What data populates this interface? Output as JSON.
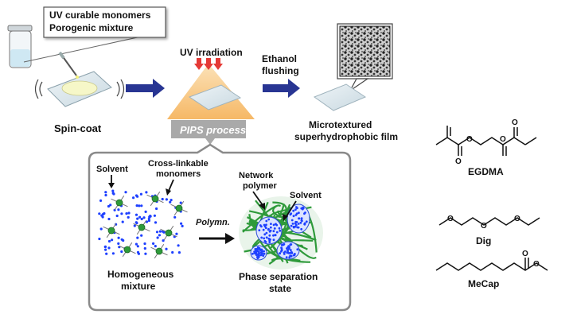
{
  "callout": {
    "line1": "UV curable monomers",
    "line2": "Porogenic mixture"
  },
  "steps": {
    "spin_coat": "Spin-coat",
    "uv": "UV irradiation",
    "pips": "PIPS process",
    "ethanol1": "Ethanol",
    "ethanol2": "flushing",
    "film1": "Microtextured",
    "film2": "superhydrophobic film"
  },
  "inset": {
    "solvent": "Solvent",
    "crosslink1": "Cross-linkable",
    "crosslink2": "monomers",
    "polymn": "Polymn.",
    "network1": "Network",
    "network2": "polymer",
    "solvent2": "Solvent",
    "homog1": "Homogeneous",
    "homog2": "mixture",
    "phase1": "Phase separation",
    "phase2": "state"
  },
  "molecules": {
    "egdma": "EGDMA",
    "dig": "Dig",
    "mecap": "MeCap"
  },
  "colors": {
    "arrow_blue": "#283593",
    "uv_arrow": "#e53935",
    "pips_triangle": "#f9c77d",
    "pips_label_bg": "#a9a9a9",
    "network_green": "#2e9a3a",
    "solvent_blue": "#1e40ff",
    "film": "#dfe9ee"
  }
}
